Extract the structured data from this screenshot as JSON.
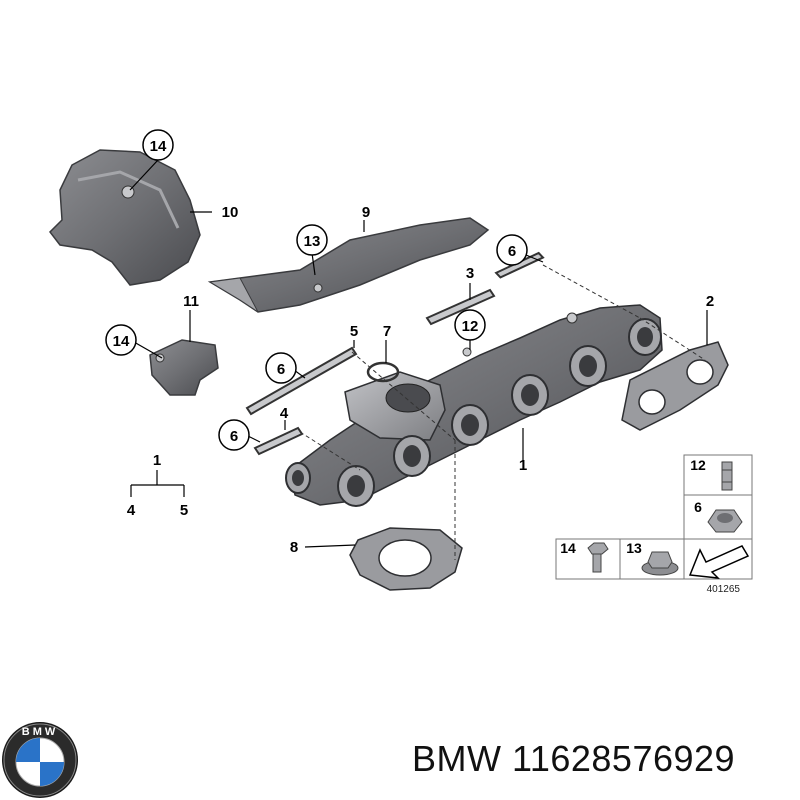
{
  "callouts": {
    "c14_shield": "14",
    "c10": "10",
    "c9": "9",
    "c13": "13",
    "c6_top": "6",
    "c3": "3",
    "c2": "2",
    "c11": "11",
    "c14_bracket": "14",
    "c5": "5",
    "c7": "7",
    "c12": "12",
    "c6_mid": "6",
    "c4": "4",
    "c6_low": "6",
    "c1": "1",
    "c8": "8"
  },
  "tree": {
    "root": "1",
    "left": "4",
    "right": "5"
  },
  "legend": {
    "stud": "12",
    "nut": "6",
    "bolt": "14",
    "flange_nut": "13"
  },
  "diagram_number": "401265",
  "brand": {
    "logo_text": "BMW",
    "caption": "BMW 11628576929"
  },
  "colors": {
    "part_fill": "#6e6f73",
    "part_dark": "#4a4b4f",
    "part_light": "#a5a6aa",
    "line": "#000000"
  }
}
